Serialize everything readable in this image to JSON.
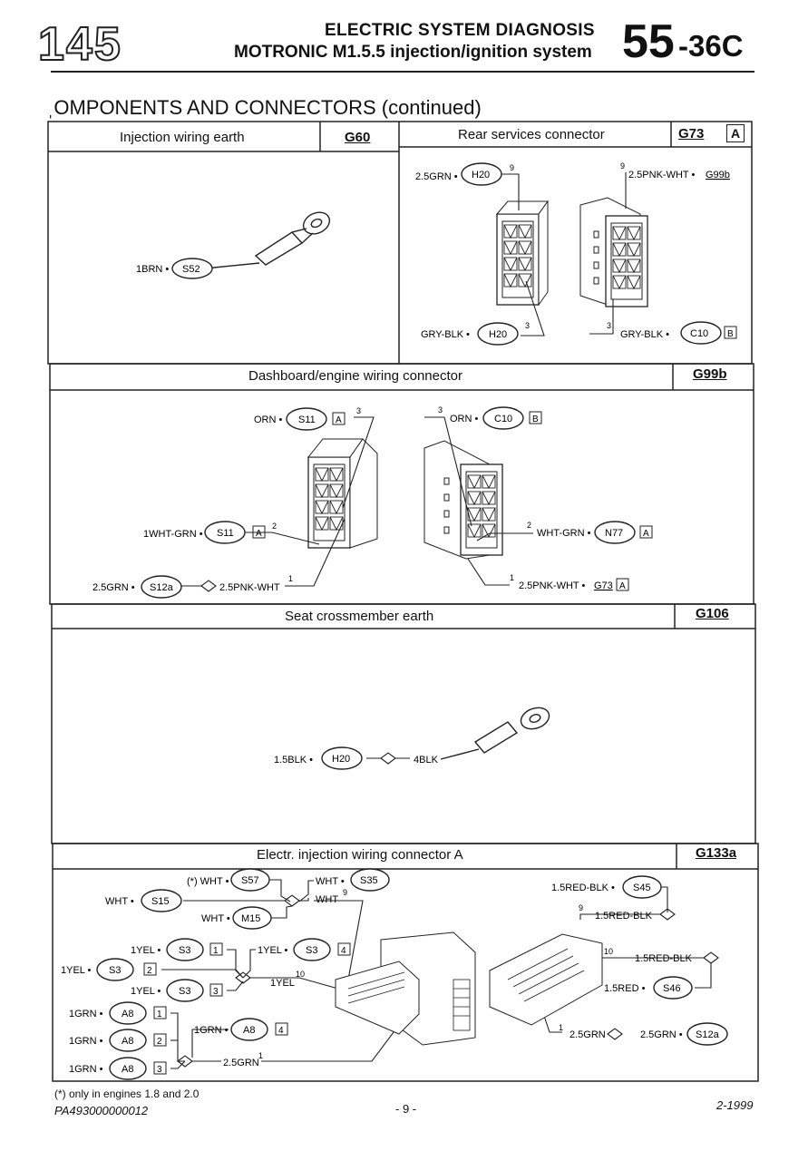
{
  "header": {
    "logo": "145",
    "line1": "ELECTRIC SYSTEM DIAGNOSIS",
    "line2": "MOTRONIC M1.5.5 injection/ignition system",
    "section_major": "55",
    "section_minor": "-36C"
  },
  "page_title": "ˌOMPONENTS AND CONNECTORS (continued)",
  "sections": {
    "g60": {
      "title": "Injection wiring earth",
      "code": "G60"
    },
    "g73": {
      "title": "Rear services connector",
      "code": "G73",
      "box": "A"
    },
    "g99b": {
      "title": "Dashboard/engine wiring connector",
      "code": "G99b"
    },
    "g106": {
      "title": "Seat crossmember earth",
      "code": "G106"
    },
    "g133a": {
      "title": "Electr. injection wiring connector A",
      "code": "G133a"
    }
  },
  "labels": {
    "g60_wire": "1BRN •",
    "g60_ref": "S52",
    "g73_tl_wire": "2.5GRN •",
    "g73_tl_ref": "H20",
    "g73_tl_pin": "9",
    "g73_tr_pin": "9",
    "g73_tr_wire": "2.5PNK-WHT •",
    "g73_tr_ref": "G99b",
    "g73_bl_wire": "GRY-BLK •",
    "g73_bl_ref": "H20",
    "g73_bl_pin": "3",
    "g73_br_pin": "3",
    "g73_br_wire": "GRY-BLK •",
    "g73_br_ref": "C10",
    "g73_br_box": "B",
    "g99_tl_wire": "ORN •",
    "g99_tl_ref": "S11",
    "g99_tl_box": "A",
    "g99_tl_pin": "3",
    "g99_tr_pin": "3",
    "g99_tr_wire": "ORN •",
    "g99_tr_ref": "C10",
    "g99_tr_box": "B",
    "g99_ml_wire": "1WHT-GRN •",
    "g99_ml_ref": "S11",
    "g99_ml_box": "A",
    "g99_ml_pin": "2",
    "g99_mr_pin": "2",
    "g99_mr_wire": "WHT-GRN •",
    "g99_mr_ref": "N77",
    "g99_mr_box": "A",
    "g99_bl_wire": "2.5GRN •",
    "g99_bl_ref": "S12a",
    "g99_bl_wire2": "2.5PNK-WHT",
    "g99_bl_pin": "1",
    "g99_br_pin": "1",
    "g99_br_wire": "2.5PNK-WHT •",
    "g99_br_ref": "G73",
    "g99_br_box": "A",
    "g106_wire": "1.5BLK •",
    "g106_ref": "H20",
    "g106_wire2": "4BLK",
    "a_star": "(*) WHT •",
    "a_s57": "S57",
    "a_wht1": "WHT •",
    "a_s35": "S35",
    "a_wht_l": "WHT •",
    "a_s15": "S15",
    "a_wht_r": "WHT",
    "a_pin9": "9",
    "a_wht2": "WHT •",
    "a_m15": "M15",
    "a_1yel_a": "1YEL •",
    "a_s3a": "S3",
    "a_box1": "1",
    "a_1yel_b": "1YEL •",
    "a_s3b": "S3",
    "a_box4": "4",
    "a_1yel_c": "1YEL •",
    "a_s3c": "S3",
    "a_box2": "2",
    "a_1yel_d": "1YEL •",
    "a_s3d": "S3",
    "a_box3": "3",
    "a_1yel_out": "1YEL",
    "a_pin10": "10",
    "a_1grn_a": "1GRN •",
    "a_a8a": "A8",
    "a_gbox1": "1",
    "a_1grn_b": "1GRN •",
    "a_a8b": "A8",
    "a_gbox2": "2",
    "a_1grn_c": "1GRN •",
    "a_a8c": "A8",
    "a_gbox3": "3",
    "a_1grn_d": "1GRN •",
    "a_a8d": "A8",
    "a_gbox4": "4",
    "a_25grn": "2.5GRN",
    "a_pin1": "1",
    "b_red_blk": "1.5RED-BLK •",
    "b_s45": "S45",
    "b_pin9": "9",
    "b_red_blk2": "1.5RED-BLK",
    "b_pin10": "10",
    "b_red_blk3": "1.5RED-BLK",
    "b_red": "1.5RED •",
    "b_s46": "S46",
    "b_pin1": "1",
    "b_25grn": "2.5GRN",
    "b_25grn2": "2.5GRN •",
    "b_s12a": "S12a"
  },
  "footer": {
    "note": "(*) only in engines 1.8 and 2.0",
    "doc_code": "PA493000000012",
    "page": "- 9 -",
    "date": "2-1999"
  }
}
